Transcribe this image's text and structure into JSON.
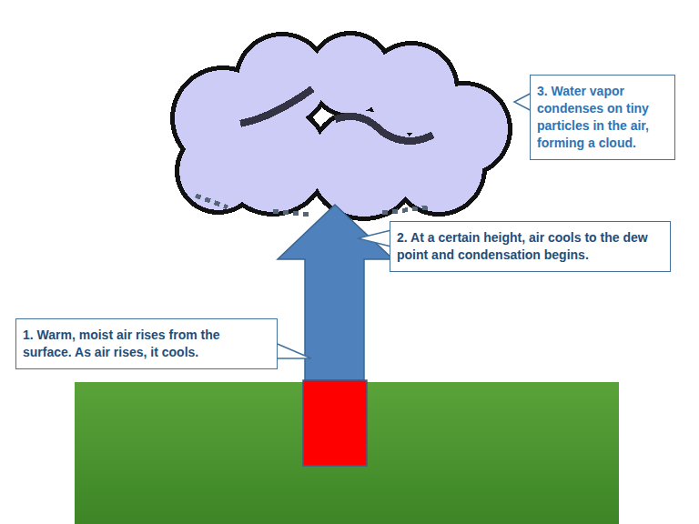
{
  "diagram": {
    "nodes": [
      {
        "text": [
          "1. Warm, moist air rises from the surface. As air rises, it cools."
        ]
      },
      {
        "text": [
          "2. At a certain height, air cools to the dew point and condensation begins."
        ]
      },
      {
        "text": [
          "3. Water vapor condenses on tiny particles in the air, forming a cloud."
        ]
      }
    ]
  }
}
